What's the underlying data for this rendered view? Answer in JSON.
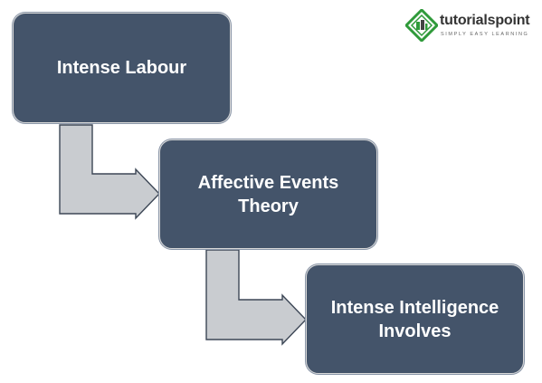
{
  "diagram": {
    "boxes": [
      {
        "label": "Intense Labour"
      },
      {
        "label_line1": "Affective Events",
        "label_line2": "Theory"
      },
      {
        "label_line1": "Intense Intelligence",
        "label_line2": "Involves"
      }
    ],
    "colors": {
      "box_fill": "#44546a",
      "box_border": "#d9d9d9",
      "box_text": "#ffffff",
      "arrow_fill": "#c9ccd0",
      "arrow_stroke": "#3d4756"
    }
  },
  "logo": {
    "name": "tutorialspoint",
    "tagline": "SIMPLY EASY LEARNING",
    "icon": "tutorialspoint-logo-icon",
    "colors": {
      "diamond": "#2f9a3a",
      "text": "#333333"
    }
  }
}
